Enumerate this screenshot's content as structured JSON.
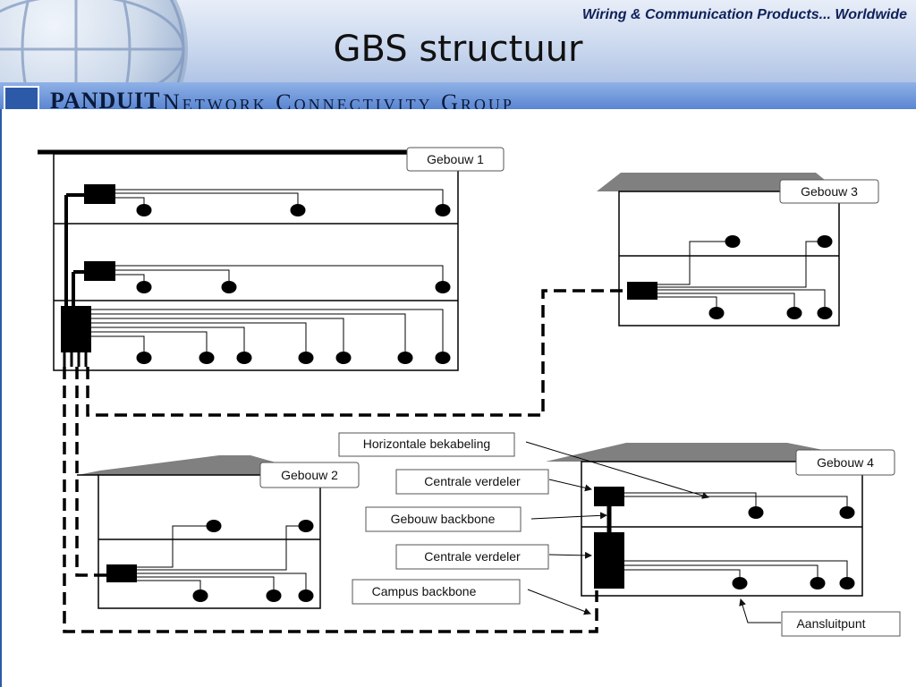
{
  "header": {
    "tagline": "Wiring & Communication Products... Worldwide",
    "title": "GBS structuur",
    "brand": "PANDUIT",
    "group": "Network Connectivity Group"
  },
  "diagram": {
    "buildings": [
      "Gebouw 1",
      "Gebouw 2",
      "Gebouw 3",
      "Gebouw 4"
    ],
    "legend": {
      "horizontal": "Horizontale bekabeling",
      "central1": "Centrale verdeler",
      "building_backbone": "Gebouw backbone",
      "central2": "Centrale verdeler",
      "campus_backbone": "Campus backbone",
      "outlet": "Aansluitpunt"
    }
  }
}
